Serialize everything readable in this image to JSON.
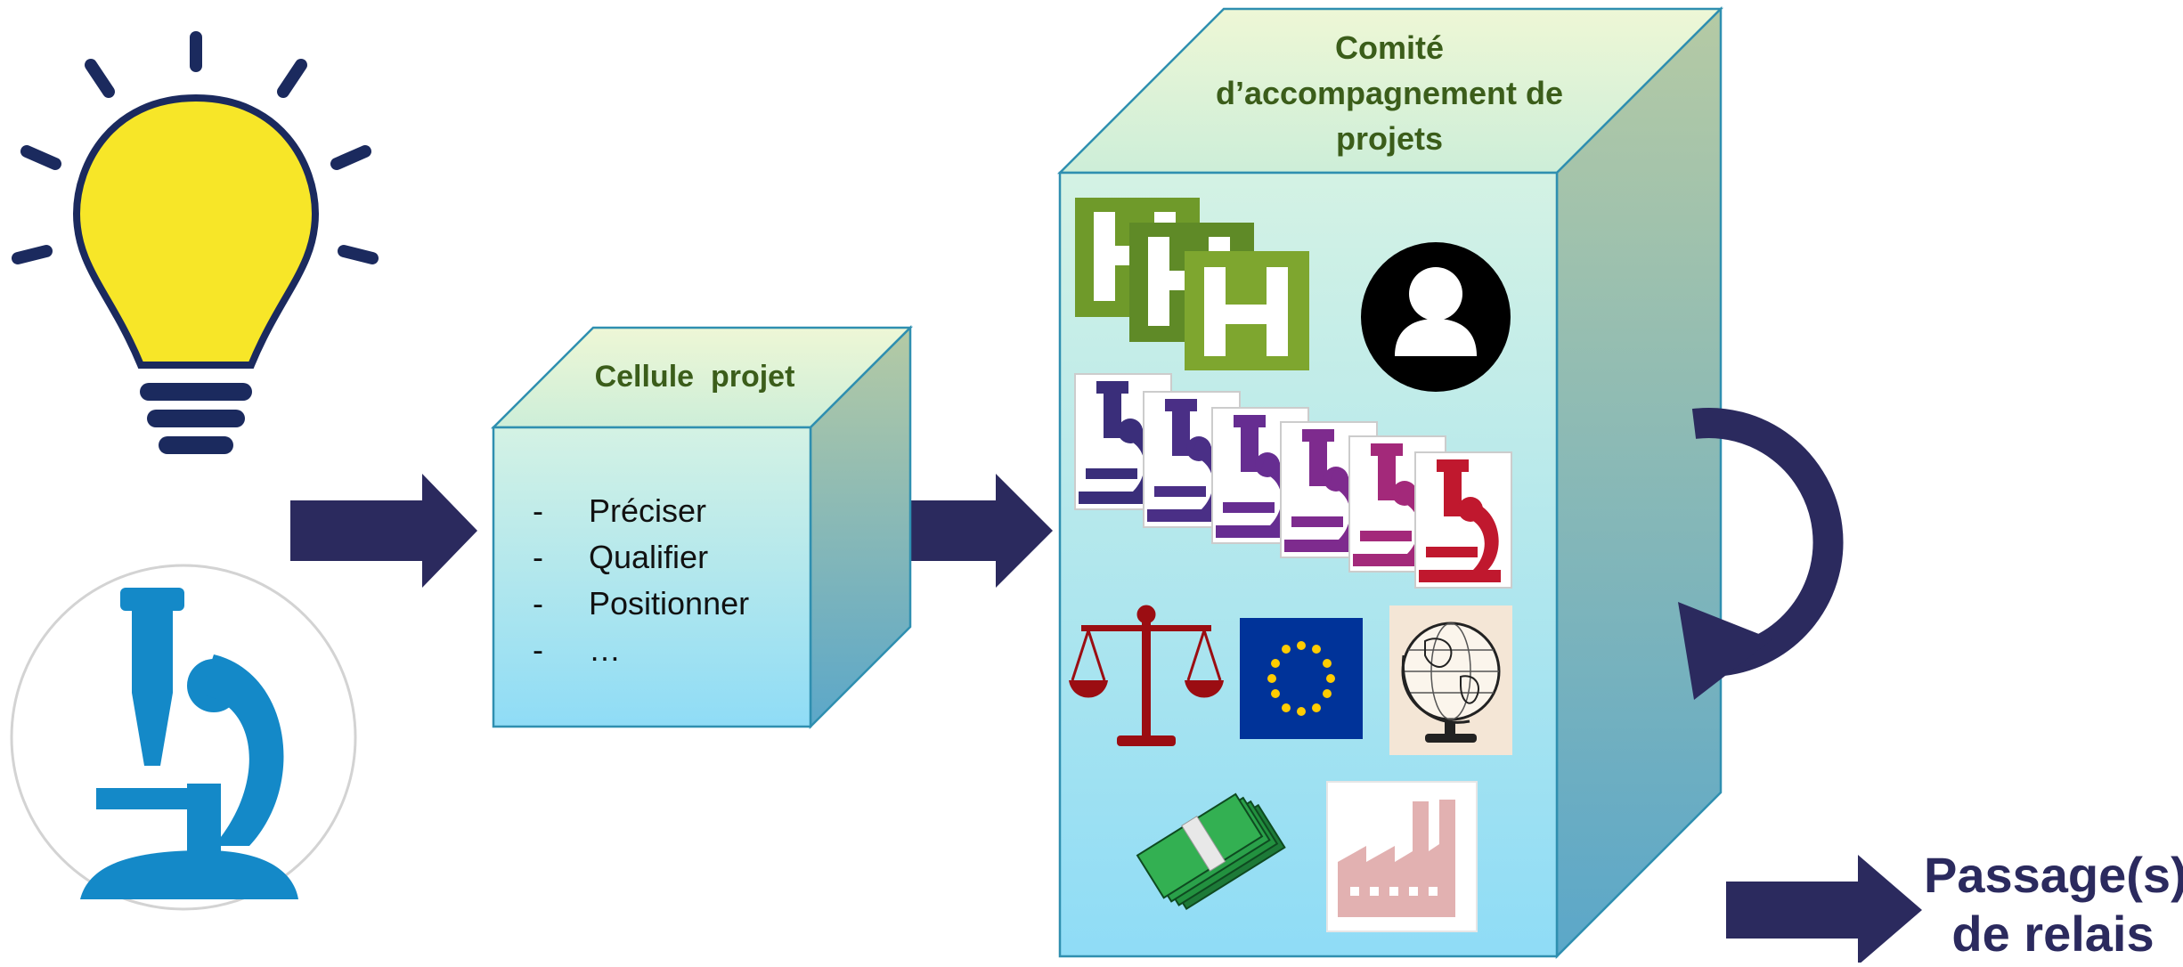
{
  "cell_cube": {
    "title": "Cellule  projet",
    "items": [
      {
        "bullet": "-",
        "label": "Préciser"
      },
      {
        "bullet": "-",
        "label": "Qualifier"
      },
      {
        "bullet": "-",
        "label": "Positionner"
      },
      {
        "bullet": "-",
        "label": "…"
      }
    ]
  },
  "committee_cube": {
    "title_lines": [
      "Comité",
      "d’accompagnement de",
      "projets"
    ],
    "logo_letter": "H"
  },
  "relay": {
    "lines": [
      "Passage(s)",
      "de relais"
    ]
  },
  "icons": [
    "lightbulb-icon",
    "microscope-icon",
    "person-icon",
    "balance-scale-icon",
    "eu-flag-icon",
    "globe-icon",
    "money-icon",
    "factory-icon",
    "cycle-arrow-icon"
  ],
  "colors": {
    "arrow": "#2b2a5e",
    "bulb": "#f7e628",
    "bulb_outline": "#1b2a5e",
    "cube_edge": "#2f8fb0",
    "title_green": "#3b5d1a",
    "logo_green": "#7ea62f",
    "microscope_blue": "#1489c8"
  }
}
